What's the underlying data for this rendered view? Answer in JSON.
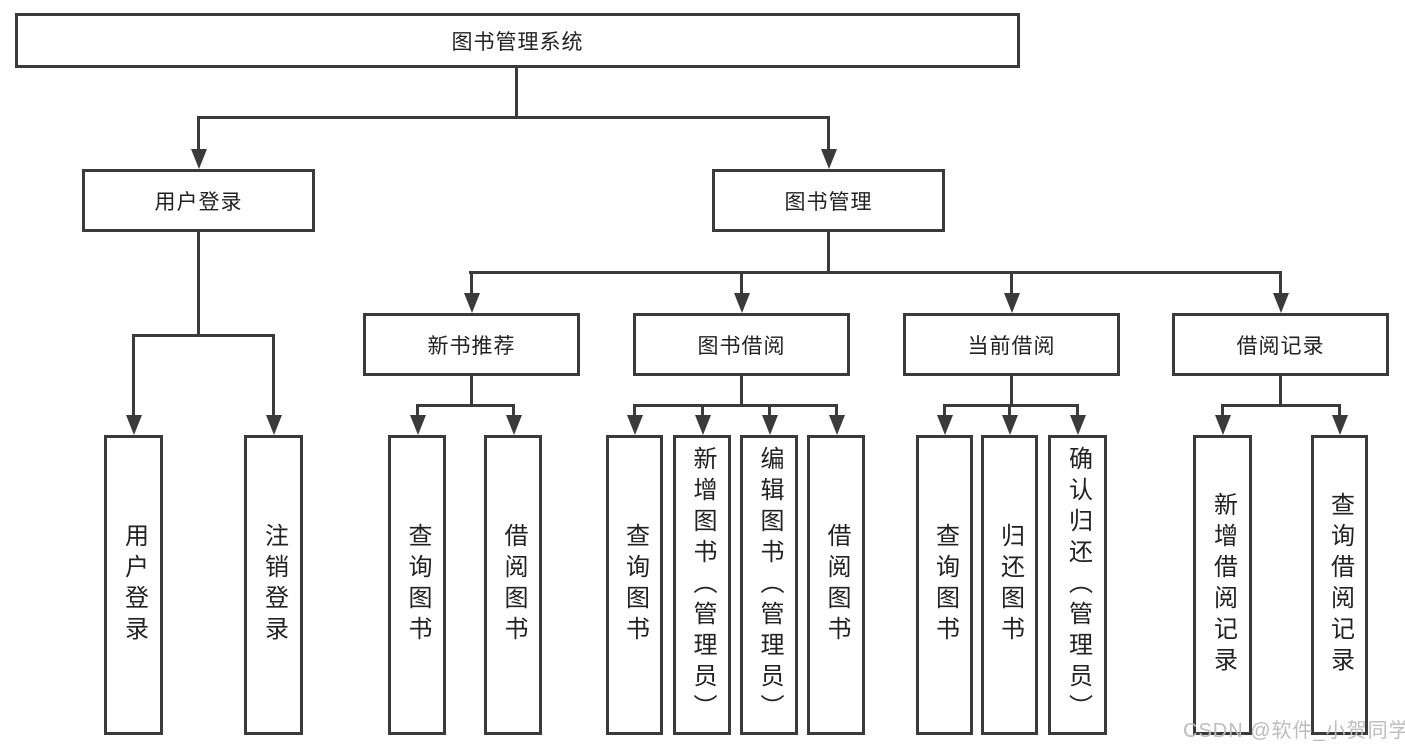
{
  "diagram": {
    "root": "图书管理系统",
    "level2": {
      "user_login": "用户登录",
      "book_mgmt": "图书管理"
    },
    "level3": {
      "new_book_rec": "新书推荐",
      "book_borrow": "图书借阅",
      "current_borrow": "当前借阅",
      "borrow_record": "借阅记录"
    },
    "leaves": {
      "user_login_leaf": "用户登录",
      "logout_leaf": "注销登录",
      "rec_query_books": "查询图书",
      "rec_borrow_books": "借阅图书",
      "bb_query_books": "查询图书",
      "bb_add_books": "新增图书（管理员）",
      "bb_edit_books": "编辑图书（管理员）",
      "bb_borrow_books": "借阅图书",
      "cb_query_books": "查询图书",
      "cb_return_books": "归还图书",
      "cb_confirm_return": "确认归还（管理员）",
      "br_add_record": "新增借阅记录",
      "br_query_record": "查询借阅记录"
    }
  },
  "watermark": "CSDN @软件_小贺同学",
  "colors": {
    "line": "#3a3a3a",
    "text": "#222222",
    "watermark": "#bdbdbd",
    "background": "#ffffff"
  }
}
